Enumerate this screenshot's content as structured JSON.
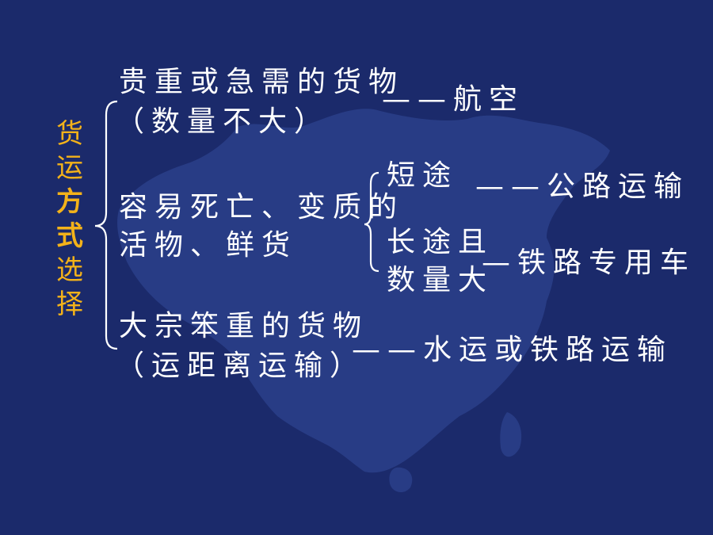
{
  "colors": {
    "background": "#1b2a6b",
    "text": "#ffffff",
    "accent": "#f3b21a"
  },
  "title_chars": [
    "货",
    "运",
    "方",
    "式",
    "选",
    "择"
  ],
  "rows": {
    "air": {
      "cargo_line1": "贵重或急需的货物",
      "cargo_line2": "（数量不大）",
      "mode": "——航空"
    },
    "perishable": {
      "cargo_line1": "容易死亡、变质的",
      "cargo_line2": "活物、鲜货",
      "short_label": "短途",
      "short_mode": "——公路运输",
      "long_label_line1": "长途且",
      "long_label_line2": "数量大",
      "long_mode": "—铁路专用车"
    },
    "bulk": {
      "cargo_line1": "大宗笨重的货物",
      "cargo_line2": "（运距离运输）",
      "mode": "——水运或铁路运输"
    }
  }
}
